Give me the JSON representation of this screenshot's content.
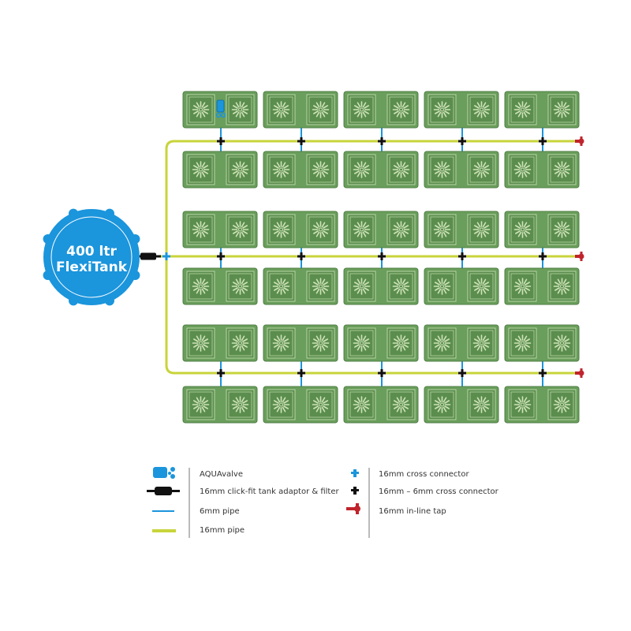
{
  "tank": {
    "line1": "400 ltr",
    "line2": "FlexiTank"
  },
  "layout_info": {
    "tray_columns": 5,
    "tray_rows": 6,
    "branch_lines": 3
  },
  "legend": {
    "left": [
      {
        "icon": "aquavalve-icon",
        "label": "AQUAvalve"
      },
      {
        "icon": "tank-adaptor-filter-icon",
        "label": "16mm click-fit tank adaptor & filter"
      },
      {
        "icon": "6mm-pipe-icon",
        "label": "6mm pipe"
      },
      {
        "icon": "16mm-pipe-icon",
        "label": "16mm pipe"
      }
    ],
    "right": [
      {
        "icon": "cross-connector-icon",
        "label": "16mm cross connector"
      },
      {
        "icon": "reducing-cross-connector-icon",
        "label": "16mm – 6mm cross connector"
      },
      {
        "icon": "inline-tap-icon",
        "label": "16mm in-line tap"
      }
    ]
  },
  "colors": {
    "tank": "#1b95dc",
    "tray": "#6a9e5c",
    "tray_inner": "#5b8e4e",
    "pipe16": "#c8d43a",
    "pipe6": "#1b95dc",
    "tap": "#c0242c",
    "connector": "#111111"
  }
}
